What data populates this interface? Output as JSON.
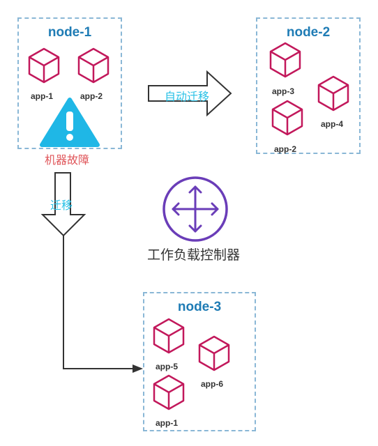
{
  "colors": {
    "node_border": "#8ab7d6",
    "node_title": "#1f7cb5",
    "app_cube": "#c2185b",
    "warning": "#1fb7e6",
    "failure_text": "#e0575b",
    "migrate_text": "#29c1e6",
    "controller_icon": "#6a3db8",
    "arrow": "#333333"
  },
  "nodes": [
    {
      "title": "node-1",
      "apps": [
        "app-1",
        "app-2"
      ],
      "failure_label": "机器故障"
    },
    {
      "title": "node-2",
      "apps": [
        "app-3",
        "app-4",
        "app-2"
      ]
    },
    {
      "title": "node-3",
      "apps": [
        "app-5",
        "app-6",
        "app-1"
      ]
    }
  ],
  "arrows": {
    "auto_migrate_label": "自动迁移",
    "migrate_label": "迁移"
  },
  "controller": {
    "icon": "arrows-move-icon",
    "label": "工作负载控制器"
  }
}
